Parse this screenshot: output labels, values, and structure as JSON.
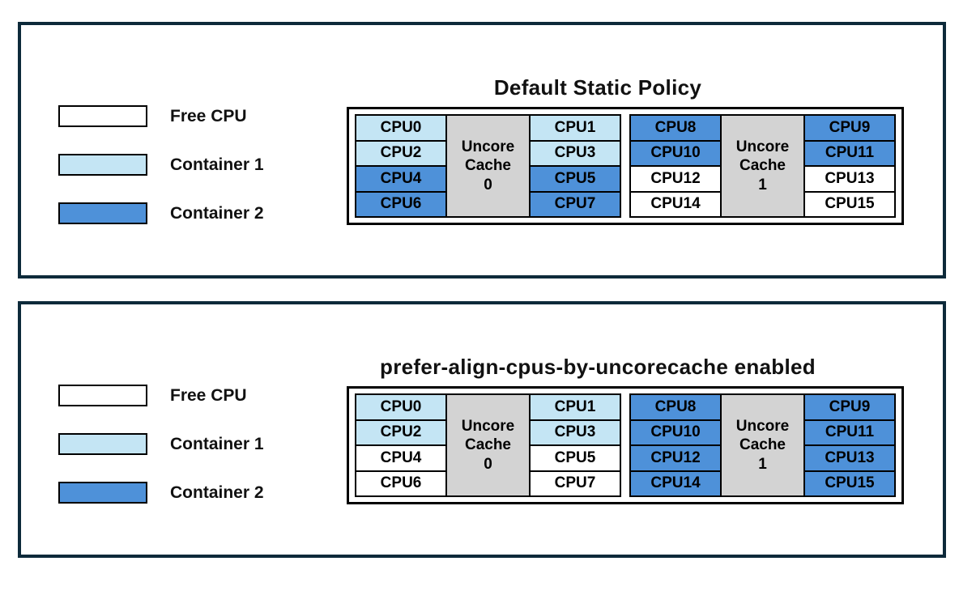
{
  "colors": {
    "free_cpu": "#ffffff",
    "container1": "#c4e5f4",
    "container2": "#4e91d9",
    "uncore_cache": "#d3d3d3",
    "panel_border": "#0d2a3a",
    "cell_border": "#000000"
  },
  "legend": {
    "items": [
      {
        "label": "Free CPU",
        "state": "free"
      },
      {
        "label": "Container 1",
        "state": "container1"
      },
      {
        "label": "Container 2",
        "state": "container2"
      }
    ]
  },
  "panels": [
    {
      "title": "Default Static Policy",
      "groups": [
        {
          "cache_label": "Uncore\nCache\n0",
          "left_cpus": [
            {
              "label": "CPU0",
              "state": "container1"
            },
            {
              "label": "CPU2",
              "state": "container1"
            },
            {
              "label": "CPU4",
              "state": "container2"
            },
            {
              "label": "CPU6",
              "state": "container2"
            }
          ],
          "right_cpus": [
            {
              "label": "CPU1",
              "state": "container1"
            },
            {
              "label": "CPU3",
              "state": "container1"
            },
            {
              "label": "CPU5",
              "state": "container2"
            },
            {
              "label": "CPU7",
              "state": "container2"
            }
          ]
        },
        {
          "cache_label": "Uncore\nCache\n1",
          "left_cpus": [
            {
              "label": "CPU8",
              "state": "container2"
            },
            {
              "label": "CPU10",
              "state": "container2"
            },
            {
              "label": "CPU12",
              "state": "free"
            },
            {
              "label": "CPU14",
              "state": "free"
            }
          ],
          "right_cpus": [
            {
              "label": "CPU9",
              "state": "container2"
            },
            {
              "label": "CPU11",
              "state": "container2"
            },
            {
              "label": "CPU13",
              "state": "free"
            },
            {
              "label": "CPU15",
              "state": "free"
            }
          ]
        }
      ]
    },
    {
      "title": "prefer-align-cpus-by-uncorecache enabled",
      "groups": [
        {
          "cache_label": "Uncore\nCache\n0",
          "left_cpus": [
            {
              "label": "CPU0",
              "state": "container1"
            },
            {
              "label": "CPU2",
              "state": "container1"
            },
            {
              "label": "CPU4",
              "state": "free"
            },
            {
              "label": "CPU6",
              "state": "free"
            }
          ],
          "right_cpus": [
            {
              "label": "CPU1",
              "state": "container1"
            },
            {
              "label": "CPU3",
              "state": "container1"
            },
            {
              "label": "CPU5",
              "state": "free"
            },
            {
              "label": "CPU7",
              "state": "free"
            }
          ]
        },
        {
          "cache_label": "Uncore\nCache\n1",
          "left_cpus": [
            {
              "label": "CPU8",
              "state": "container2"
            },
            {
              "label": "CPU10",
              "state": "container2"
            },
            {
              "label": "CPU12",
              "state": "container2"
            },
            {
              "label": "CPU14",
              "state": "container2"
            }
          ],
          "right_cpus": [
            {
              "label": "CPU9",
              "state": "container2"
            },
            {
              "label": "CPU11",
              "state": "container2"
            },
            {
              "label": "CPU13",
              "state": "container2"
            },
            {
              "label": "CPU15",
              "state": "container2"
            }
          ]
        }
      ]
    }
  ]
}
